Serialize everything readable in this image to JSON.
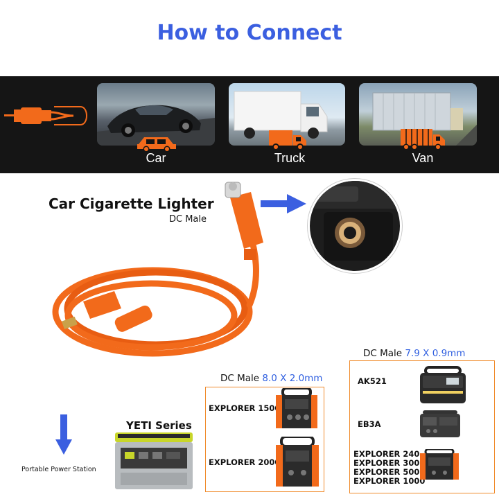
{
  "title": "How to Connect",
  "vehicles": [
    {
      "label": "Car"
    },
    {
      "label": "Truck"
    },
    {
      "label": "Van"
    }
  ],
  "lighter": {
    "title": "Car Cigarette Lighter",
    "subtitle": "DC Male"
  },
  "dc79": {
    "prefix": "DC Male",
    "value": "7.9 X 0.9mm",
    "models": [
      "AK521",
      "EB3A",
      "EXPLORER 240\nEXPLORER 300\nEXPLORER 500\nEXPLORER 1000"
    ]
  },
  "dc80": {
    "prefix": "DC Male",
    "value": "8.0 X 2.0mm",
    "models": [
      "EXPLORER 1500",
      "EXPLORER 2000"
    ]
  },
  "yeti": {
    "label": "YETI Series"
  },
  "portable": {
    "label": "Portable Power Station"
  },
  "colors": {
    "accent": "#3b5fe0",
    "orange": "#f26a1b",
    "band": "#151515"
  }
}
